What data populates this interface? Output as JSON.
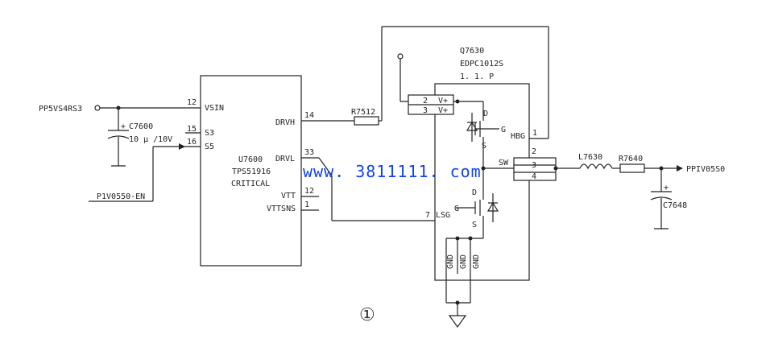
{
  "nets": {
    "pp5v": "PP5VS4RS3",
    "en": "P1V0550-EN",
    "out": "PPIV05S0"
  },
  "ic": {
    "ref": "U7600",
    "part": "TPS51916",
    "note": "CRITICAL",
    "pins": {
      "vsin_num": "12",
      "vsin": "VSIN",
      "s3_num": "15",
      "s3": "S3",
      "s5_num": "16",
      "s5": "S5",
      "drvh_num": "14",
      "drvh": "DRVH",
      "drvl_num": "33",
      "drvl": "DRVL",
      "vtt_num": "12",
      "vtt": "VTT",
      "vttsns_num": "1",
      "vttsns": "VTTSNS"
    }
  },
  "cap_in": {
    "ref": "C7600",
    "value": "10 μ /10V",
    "plus": "+"
  },
  "r_gate": "R7512",
  "mosfet": {
    "ref": "Q7630",
    "part": "EDPC1012S",
    "pkg": "1. 1. P",
    "pins": {
      "p2": "2",
      "vplus_a": "V+",
      "p3": "3",
      "vplus_b": "V+",
      "hbg": "HBG",
      "p1": "1",
      "sw_2": "2",
      "sw_3": "3",
      "sw_4": "4",
      "sw": "SW",
      "lsg_num": "7",
      "lsg": "LSG",
      "d_hi": "D",
      "g_hi": "G",
      "s_hi": "S",
      "d_lo": "D",
      "g_lo": "G",
      "s_lo": "S",
      "gnd1": "GND",
      "gnd2": "GND",
      "gnd3": "GND"
    }
  },
  "inductor": "L7630",
  "r_out": "R7640",
  "cap_out": {
    "ref": "C7648",
    "plus": "+"
  },
  "watermark": "www. 3811111. com",
  "figure_mark": "①"
}
